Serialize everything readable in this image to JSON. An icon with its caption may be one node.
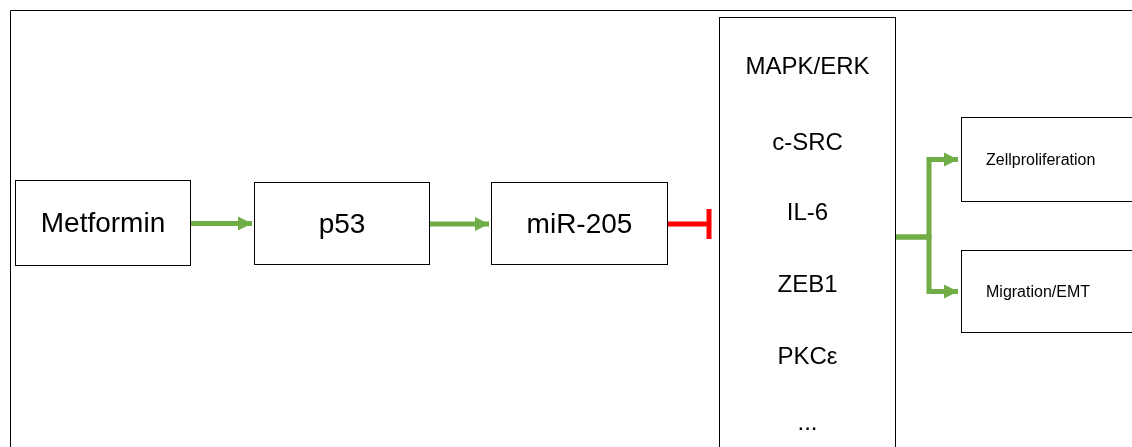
{
  "diagram": {
    "nodes": [
      {
        "text": [
          "Metformin"
        ]
      },
      {
        "text": [
          "p53"
        ]
      },
      {
        "text": [
          "miR-205"
        ]
      },
      {
        "text": [
          "MAPK/ERK",
          "c-SRC",
          "IL-6",
          "ZEB1",
          "PKCε",
          "..."
        ]
      },
      {
        "text": [
          "Zellproliferation"
        ]
      },
      {
        "text": [
          "Migration/EMT"
        ]
      }
    ],
    "edges": [
      {
        "from": 0,
        "to": 1,
        "arrow": "to"
      },
      {
        "from": 1,
        "to": 2,
        "arrow": "to"
      },
      {
        "from": 2,
        "to": 3,
        "arrow": "other",
        "color": "#ff0000"
      },
      {
        "from": 3,
        "to": 4,
        "arrow": "to"
      },
      {
        "from": 3,
        "to": 5,
        "arrow": "to"
      }
    ]
  }
}
